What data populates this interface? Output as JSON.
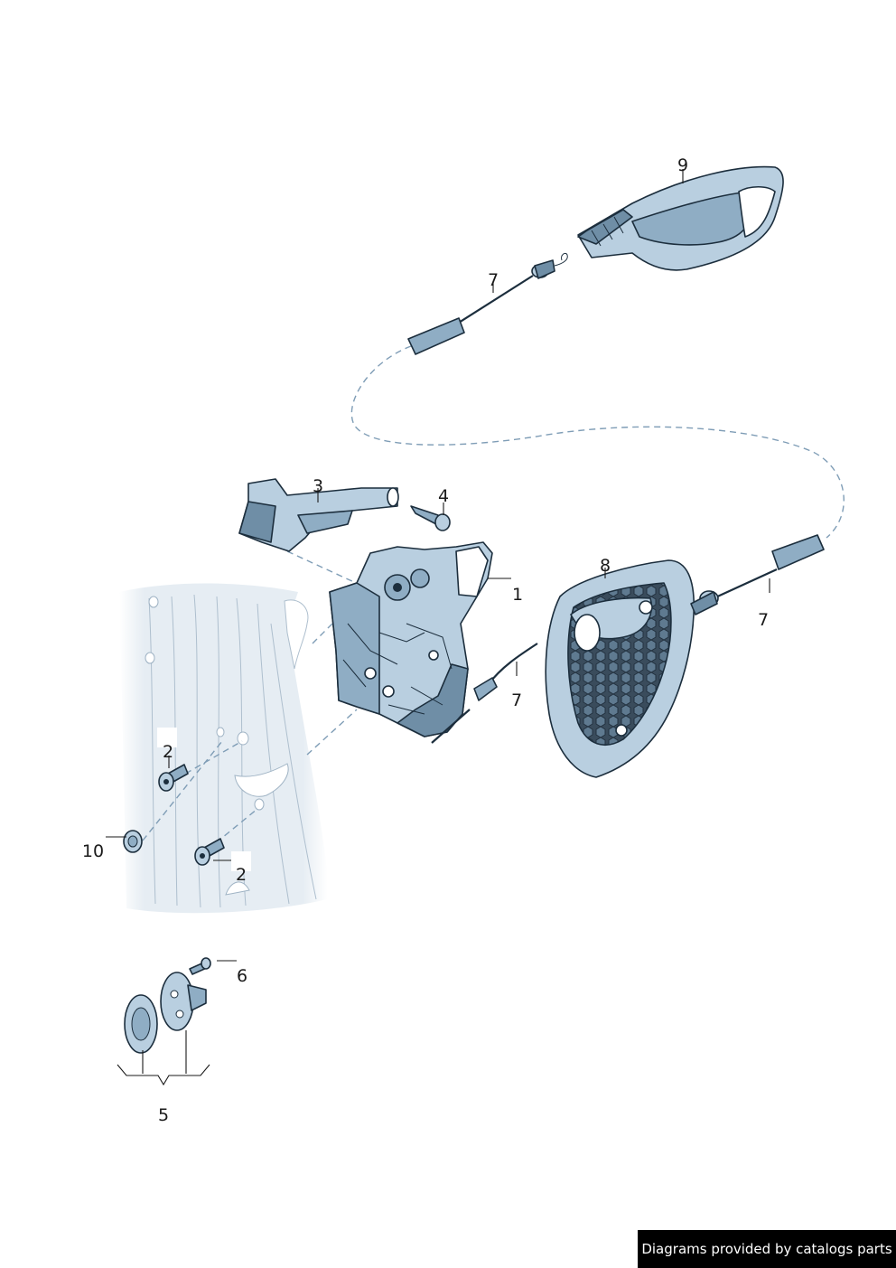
{
  "callouts": [
    {
      "id": "callout-1",
      "text": "1"
    },
    {
      "id": "callout-2a",
      "text": "2"
    },
    {
      "id": "callout-2b",
      "text": "2"
    },
    {
      "id": "callout-3",
      "text": "3"
    },
    {
      "id": "callout-4",
      "text": "4"
    },
    {
      "id": "callout-5",
      "text": "5"
    },
    {
      "id": "callout-6",
      "text": "6"
    },
    {
      "id": "callout-7a",
      "text": "7"
    },
    {
      "id": "callout-7b",
      "text": "7"
    },
    {
      "id": "callout-7c",
      "text": "7"
    },
    {
      "id": "callout-8",
      "text": "8"
    },
    {
      "id": "callout-9",
      "text": "9"
    },
    {
      "id": "callout-10",
      "text": "10"
    }
  ],
  "footer": {
    "text": "Diagrams provided by catalogs parts"
  },
  "colors": {
    "part_fill": "#b9cfe0",
    "part_shade": "#8fadc4",
    "outline": "#1c2e3d",
    "dash": "#7f9db6",
    "panel": "#e4ebf1"
  }
}
